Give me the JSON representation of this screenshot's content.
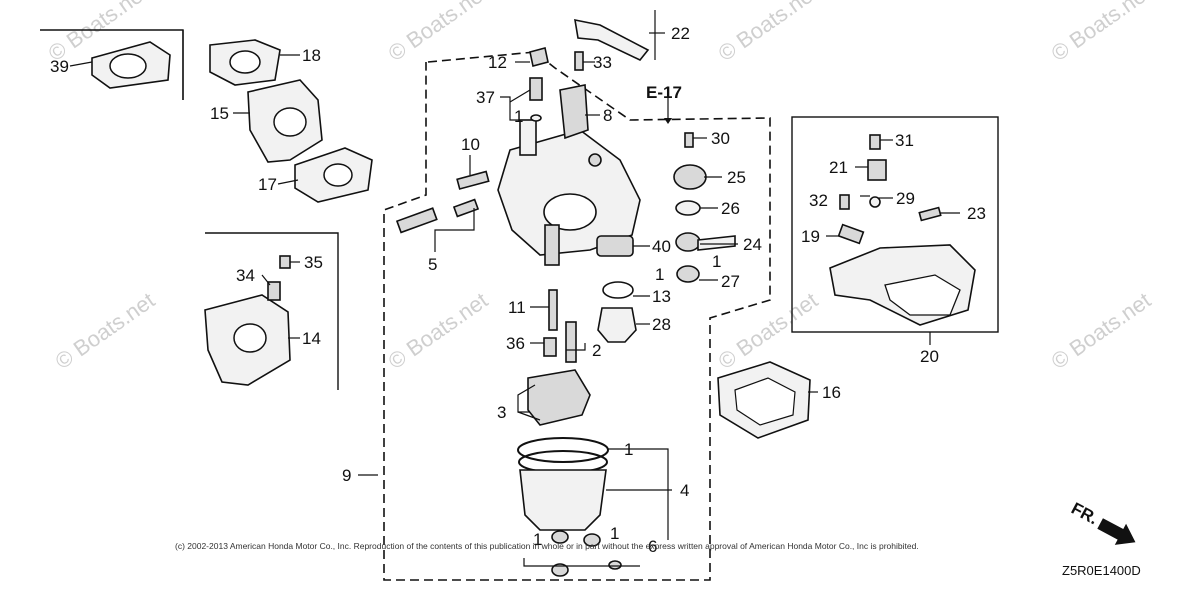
{
  "watermark": "© Boats.net",
  "copyright": "(c) 2002-2013 American Honda Motor Co., Inc. Reproduction of the contents of this publication in whole or in part without the express written approval of American Honda Motor Co., Inc is prohibited.",
  "diagram_code": "Z5R0E1400D",
  "ref_label": "E-17",
  "direction_label": "FR.",
  "callouts": {
    "c39": "39",
    "c18": "18",
    "c15": "15",
    "c17": "17",
    "c12": "12",
    "c37": "37",
    "c1a": "1",
    "c8": "8",
    "c10": "10",
    "c5": "5",
    "c22": "22",
    "c33": "33",
    "c30": "30",
    "c25": "25",
    "c26": "26",
    "c24": "24",
    "c40": "40",
    "c1b": "1",
    "c27": "27",
    "c1c": "1",
    "c13": "13",
    "c11": "11",
    "c28": "28",
    "c36": "36",
    "c2": "2",
    "c3": "3",
    "c9": "9",
    "c1d": "1",
    "c4": "4",
    "c1e": "1",
    "c1f": "1",
    "c6": "6",
    "c31": "31",
    "c21": "21",
    "c32": "32",
    "c29": "29",
    "c23": "23",
    "c19": "19",
    "c20": "20",
    "c16": "16",
    "c34": "34",
    "c35": "35",
    "c14": "14"
  }
}
